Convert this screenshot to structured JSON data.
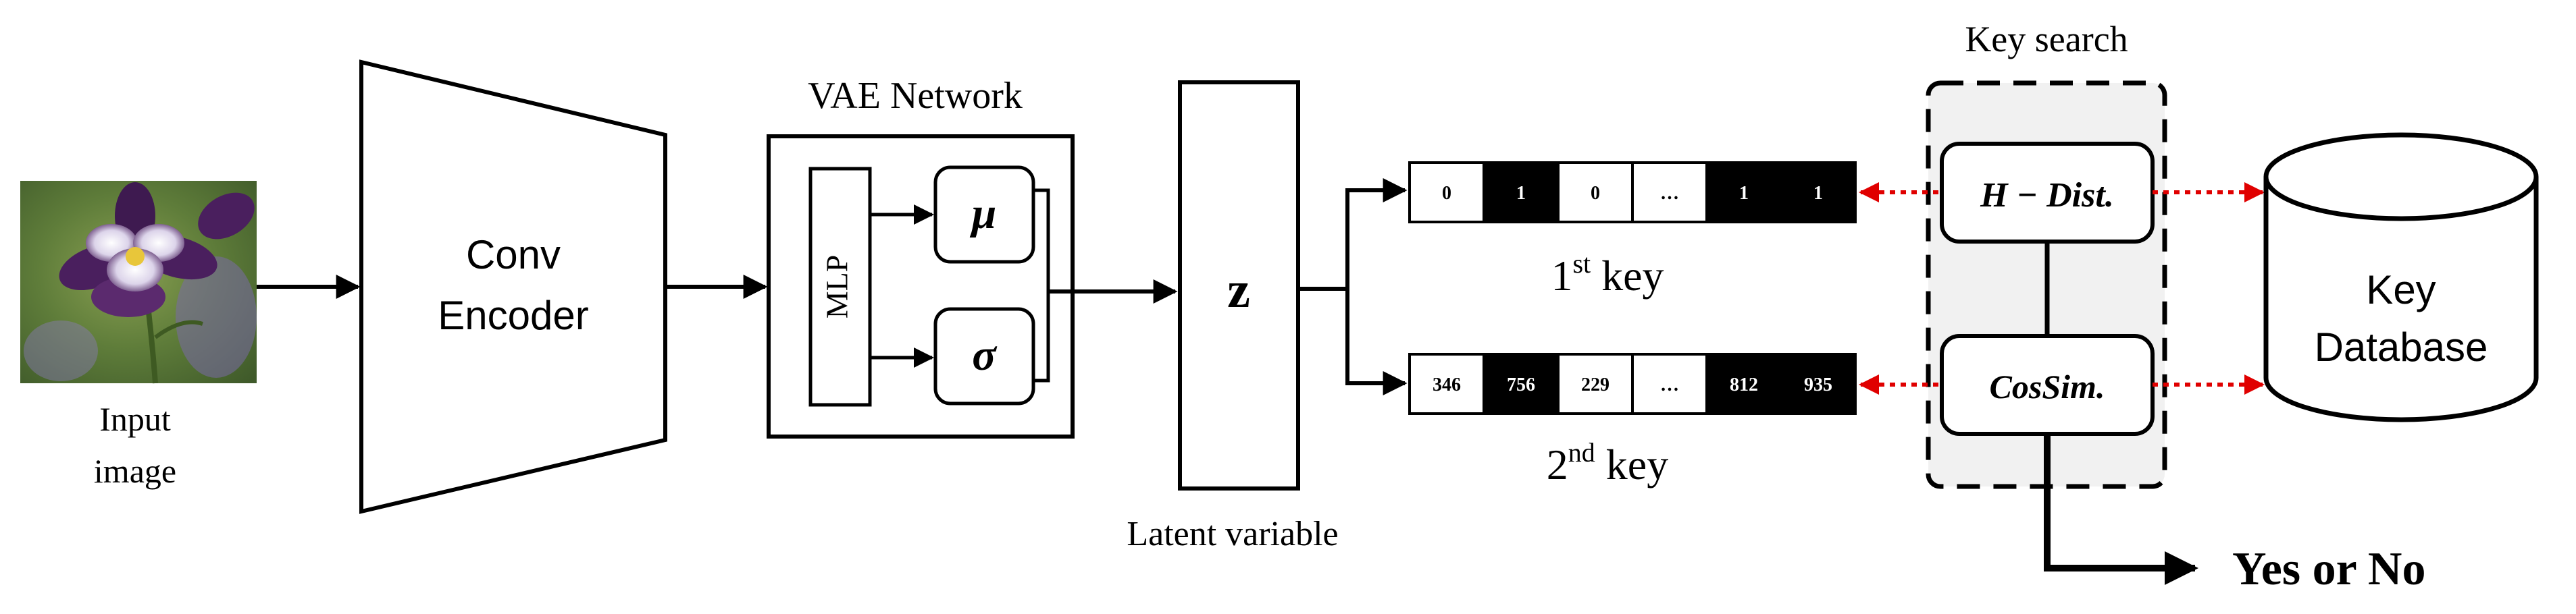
{
  "input": {
    "label_line1": "Input",
    "label_line2": "image"
  },
  "encoder": {
    "line1": "Conv",
    "line2": "Encoder"
  },
  "vae": {
    "title": "VAE Network",
    "mlp": "MLP",
    "mu": "μ",
    "sigma": "σ"
  },
  "latent": {
    "symbol": "z",
    "label": "Latent variable"
  },
  "keys": {
    "first": {
      "cells": [
        "0",
        "1",
        "0",
        "…",
        "1",
        "1"
      ],
      "filled": [
        false,
        true,
        false,
        false,
        true,
        true
      ],
      "label_main": "1",
      "label_sup": "st",
      "label_rest": " key"
    },
    "second": {
      "cells": [
        "346",
        "756",
        "229",
        "…",
        "812",
        "935"
      ],
      "filled": [
        false,
        true,
        false,
        false,
        true,
        true
      ],
      "label_main": "2",
      "label_sup": "nd",
      "label_rest": " key"
    }
  },
  "search": {
    "title": "Key search",
    "hdist": "H − Dist.",
    "cossim": "CosSim."
  },
  "database": {
    "line1": "Key",
    "line2": "Database"
  },
  "output": {
    "label": "Yes or No"
  },
  "colors": {
    "line": "#000000",
    "cell_fill": "#000000",
    "dashed_arrow": "#e00000",
    "search_bg": "#f1f1f1",
    "flower_petal": "#5b2a6e",
    "flower_bg": "#5f7d3a"
  }
}
